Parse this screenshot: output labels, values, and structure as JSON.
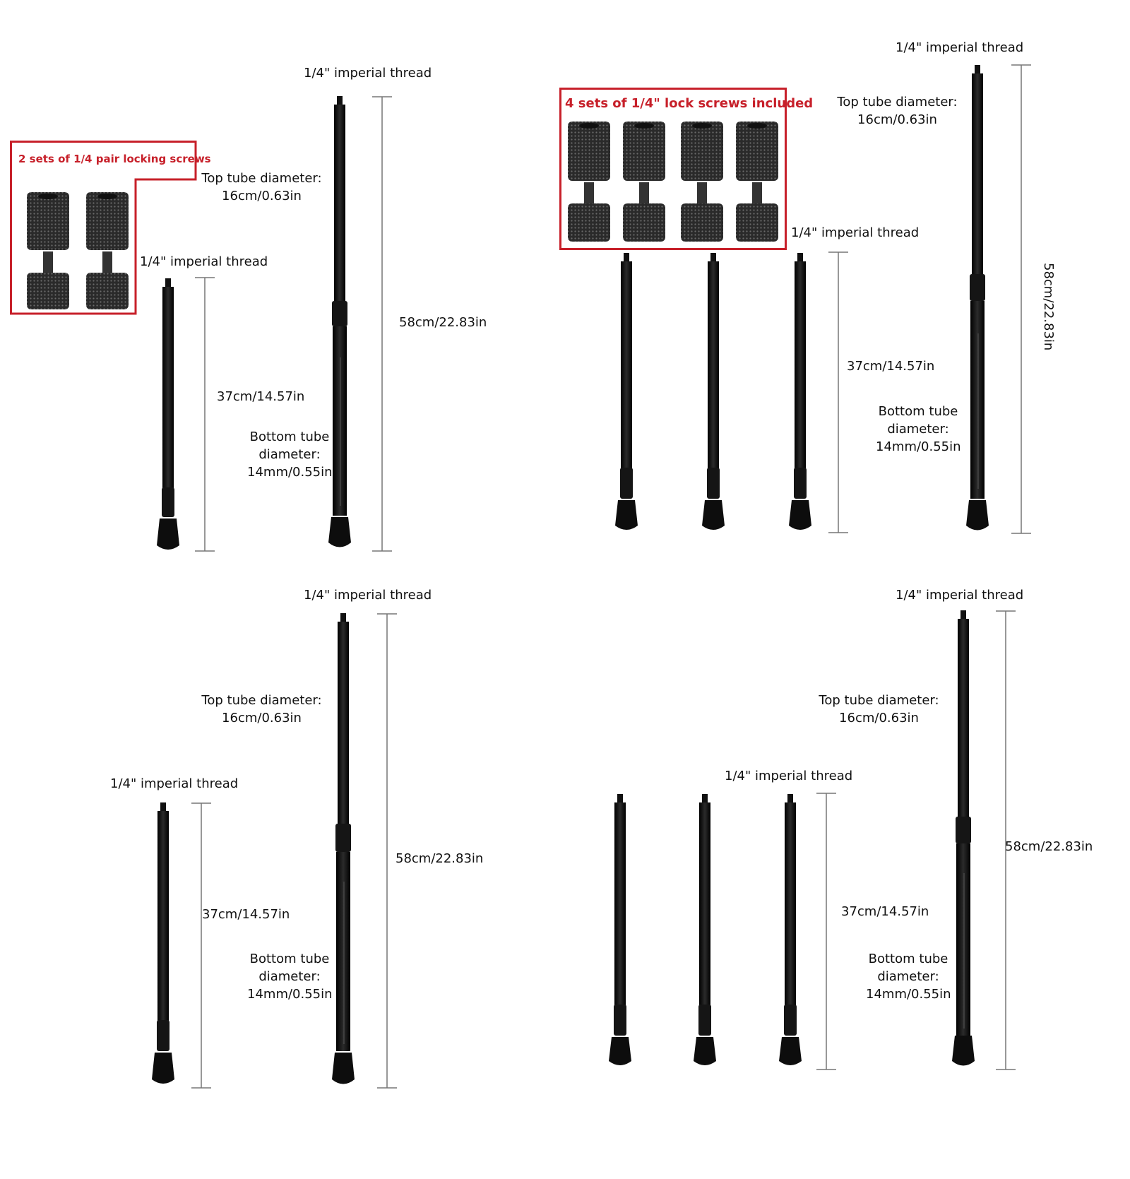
{
  "colors": {
    "accent": "#c7202a",
    "rod": "#111111",
    "line": "#777777"
  },
  "panels": [
    {
      "thread_short": "1/4\" imperial thread",
      "thread_long": "1/4\" imperial thread",
      "top_tube": [
        "Top tube diameter:",
        "16cm/0.63in"
      ],
      "bottom_tube": [
        "Bottom tube",
        "diameter:",
        "14mm/0.55in"
      ],
      "short_length": "37cm/14.57in",
      "long_length": "58cm/22.83in",
      "screw_box_title": "2 sets of 1/4 pair locking screws"
    },
    {
      "thread_short": "1/4\" imperial thread",
      "thread_long": "1/4\" imperial thread",
      "top_tube": [
        "Top tube diameter:",
        "16cm/0.63in"
      ],
      "bottom_tube": [
        "Bottom tube",
        "diameter:",
        "14mm/0.55in"
      ],
      "short_length": "37cm/14.57in",
      "long_length": "58cm/22.83in",
      "screw_box_title": "4 sets of 1/4\" lock screws included"
    },
    {
      "thread_short": "1/4\" imperial thread",
      "thread_long": "1/4\" imperial thread",
      "top_tube": [
        "Top tube diameter:",
        "16cm/0.63in"
      ],
      "bottom_tube": [
        "Bottom tube",
        "diameter:",
        "14mm/0.55in"
      ],
      "short_length": "37cm/14.57in",
      "long_length": "58cm/22.83in"
    },
    {
      "thread_short": "1/4\" imperial thread",
      "thread_long": "1/4\" imperial thread",
      "top_tube": [
        "Top tube diameter:",
        "16cm/0.63in"
      ],
      "bottom_tube": [
        "Bottom tube",
        "diameter:",
        "14mm/0.55in"
      ],
      "short_length": "37cm/14.57in",
      "long_length": "58cm/22.83in"
    }
  ]
}
